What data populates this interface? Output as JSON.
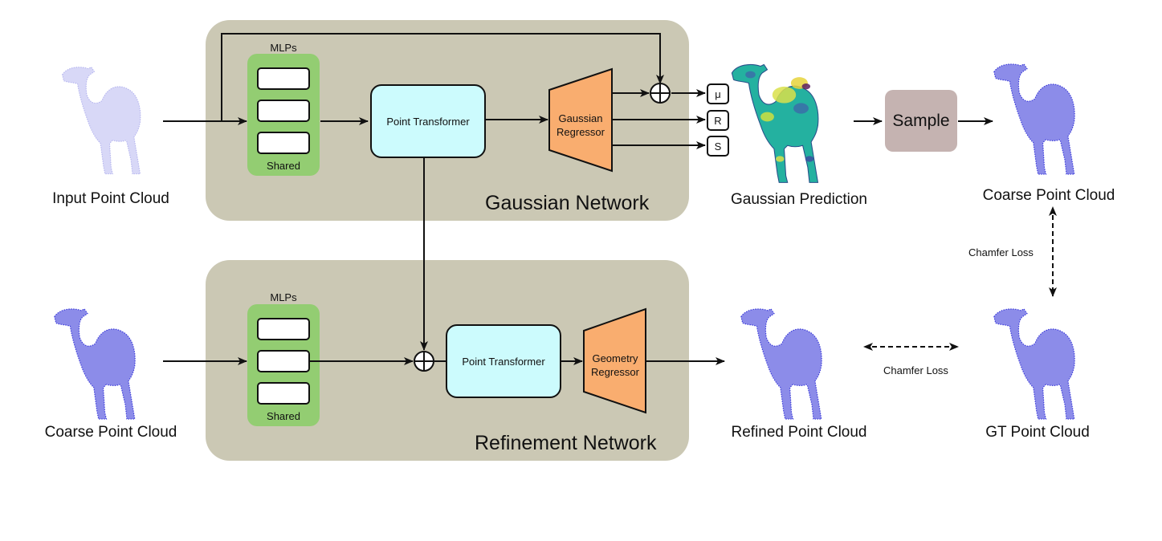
{
  "gaussian_network": {
    "title": "Gaussian Network",
    "mlps_label": "MLPs",
    "shared_label": "Shared",
    "point_transformer": "Point Transformer",
    "regressor_line1": "Gaussian",
    "regressor_line2": "Regressor",
    "outputs": [
      "μ",
      "R",
      "S"
    ]
  },
  "refinement_network": {
    "title": "Refinement Network",
    "mlps_label": "MLPs",
    "shared_label": "Shared",
    "point_transformer": "Point Transformer",
    "regressor_line1": "Geometry",
    "regressor_line2": "Regressor"
  },
  "captions": {
    "input": "Input Point Cloud",
    "coarse_input": "Coarse Point Cloud",
    "gaussian_prediction": "Gaussian Prediction",
    "coarse_output": "Coarse Point Cloud",
    "refined": "Refined Point Cloud",
    "gt": "GT Point Cloud"
  },
  "sample_label": "Sample",
  "losses": {
    "vertical": "Chamfer Loss",
    "horizontal": "Chamfer Loss"
  },
  "colors": {
    "panel": "#cbc8b4",
    "mlp": "#93cd72",
    "transformer": "#ccfbfd",
    "regressor": "#f9ad6f",
    "sample": "#c5b3b1",
    "point_cloud": "#2b2bd6",
    "point_cloud_sparse": "#8a8ae6"
  }
}
